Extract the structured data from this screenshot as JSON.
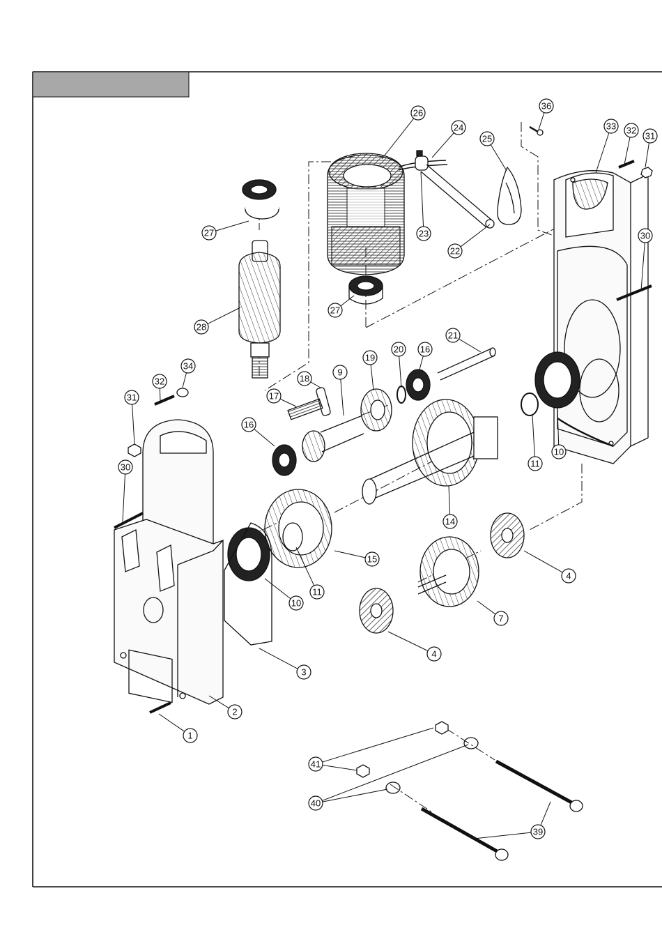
{
  "header": {
    "tab_label": ""
  },
  "callouts": [
    {
      "id": "c26",
      "label": "26"
    },
    {
      "id": "c24",
      "label": "24"
    },
    {
      "id": "c25",
      "label": "25"
    },
    {
      "id": "c36",
      "label": "36"
    },
    {
      "id": "c33",
      "label": "33"
    },
    {
      "id": "c32a",
      "label": "32"
    },
    {
      "id": "c31a",
      "label": "31"
    },
    {
      "id": "c27a",
      "label": "27"
    },
    {
      "id": "c23",
      "label": "23"
    },
    {
      "id": "c22",
      "label": "22"
    },
    {
      "id": "c30a",
      "label": "30"
    },
    {
      "id": "c27b",
      "label": "27"
    },
    {
      "id": "c28",
      "label": "28"
    },
    {
      "id": "c21",
      "label": "21"
    },
    {
      "id": "c19",
      "label": "19"
    },
    {
      "id": "c20",
      "label": "20"
    },
    {
      "id": "c16a",
      "label": "16"
    },
    {
      "id": "c34",
      "label": "34"
    },
    {
      "id": "c18",
      "label": "18"
    },
    {
      "id": "c9",
      "label": "9"
    },
    {
      "id": "c32b",
      "label": "32"
    },
    {
      "id": "c17",
      "label": "17"
    },
    {
      "id": "c31b",
      "label": "31"
    },
    {
      "id": "c16b",
      "label": "16"
    },
    {
      "id": "c11a",
      "label": "11"
    },
    {
      "id": "c10a",
      "label": "10"
    },
    {
      "id": "c30b",
      "label": "30"
    },
    {
      "id": "c14",
      "label": "14"
    },
    {
      "id": "c15",
      "label": "15"
    },
    {
      "id": "c4a",
      "label": "4"
    },
    {
      "id": "c11b",
      "label": "11"
    },
    {
      "id": "c10b",
      "label": "10"
    },
    {
      "id": "c7",
      "label": "7"
    },
    {
      "id": "c4b",
      "label": "4"
    },
    {
      "id": "c3",
      "label": "3"
    },
    {
      "id": "c2",
      "label": "2"
    },
    {
      "id": "c1",
      "label": "1"
    },
    {
      "id": "c41",
      "label": "41"
    },
    {
      "id": "c40",
      "label": "40"
    },
    {
      "id": "c39",
      "label": "39"
    }
  ],
  "colors": {
    "line": "#111111",
    "tab_fill": "#a8a8a8",
    "part_fill": "#f2f2f2",
    "shade": "#555555"
  }
}
